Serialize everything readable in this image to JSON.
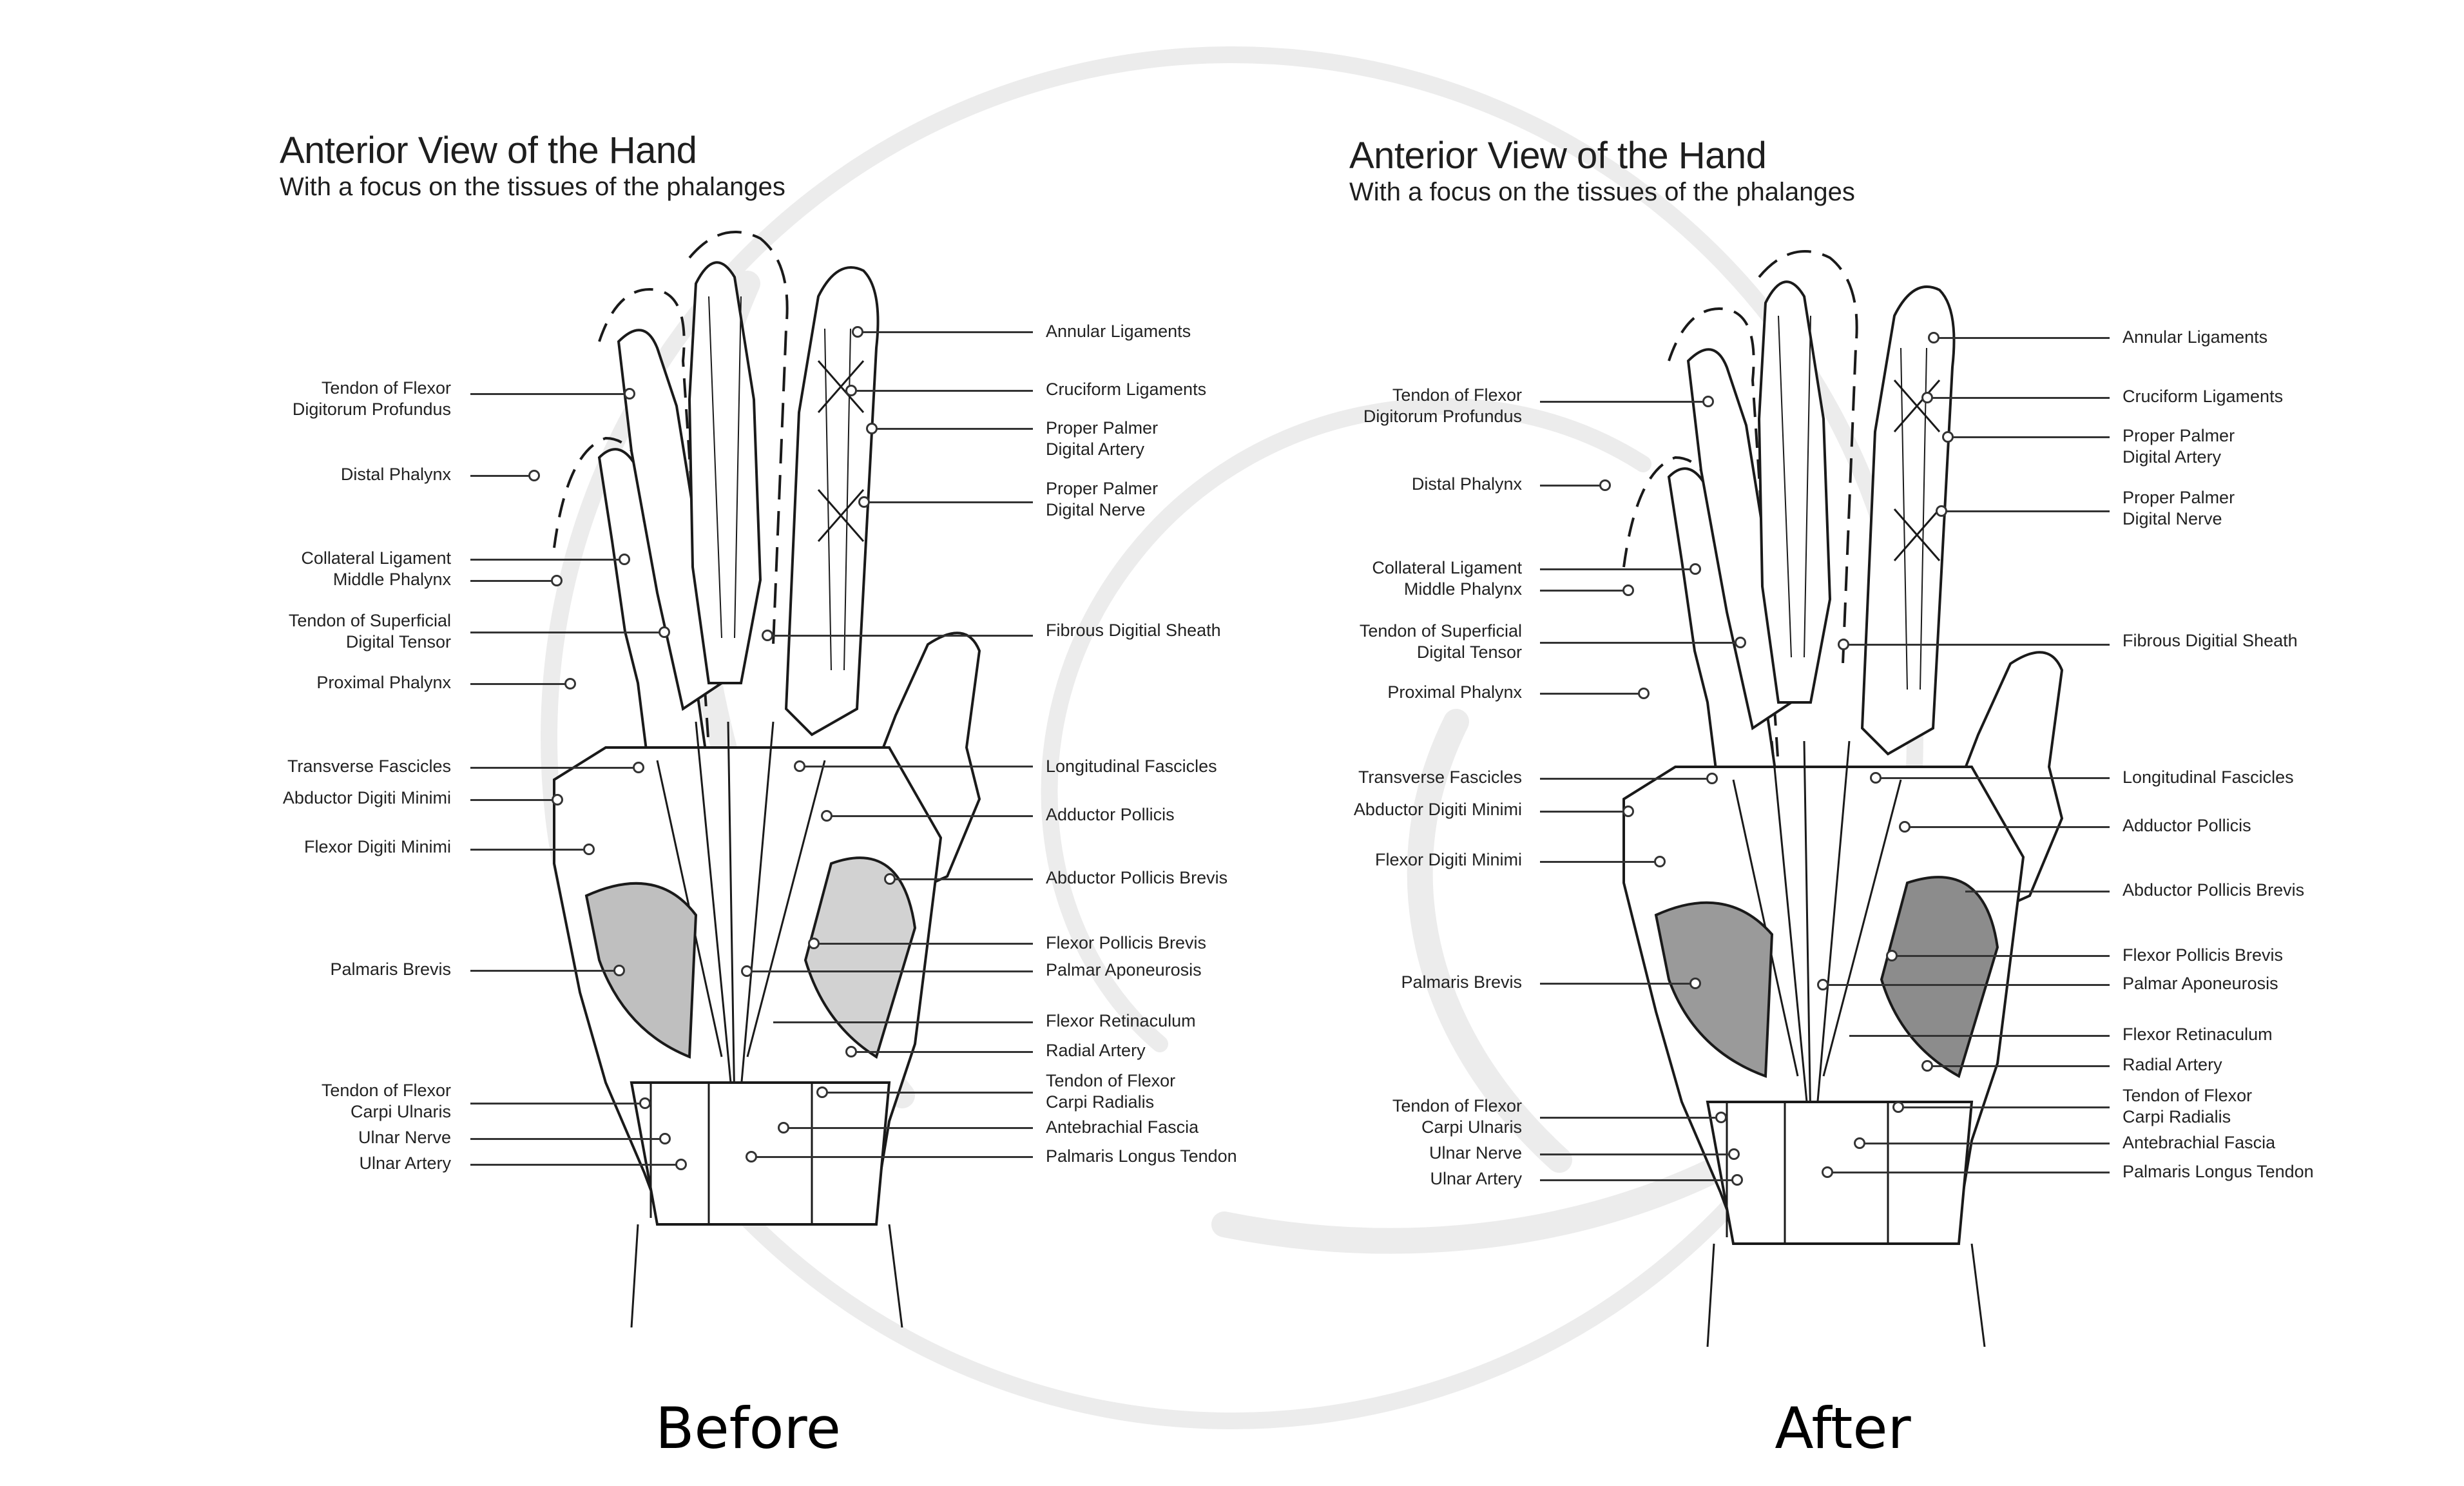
{
  "watermark": {
    "color": "#ececec",
    "shape": "circle-logo"
  },
  "panels": [
    {
      "id": "before",
      "title": "Anterior View of the Hand",
      "subtitle": "With a focus on the tissues of the phalanges",
      "caption": "Before",
      "left_labels": [
        "Tendon of Flexor\nDigitorum Profundus",
        "Distal Phalynx",
        "Collateral Ligament",
        "Middle Phalynx",
        "Tendon of Superficial\nDigital Tensor",
        "Proximal Phalynx",
        "Transverse Fascicles",
        "Abductor Digiti Minimi",
        "Flexor Digiti Minimi",
        "Palmaris Brevis",
        "Tendon of Flexor\nCarpi Ulnaris",
        "Ulnar Nerve",
        "Ulnar Artery"
      ],
      "right_labels": [
        "Annular Ligaments",
        "Cruciform Ligaments",
        "Proper Palmer\nDigital Artery",
        "Proper Palmer\nDigital Nerve",
        "Fibrous Digitial Sheath",
        "Longitudinal Fascicles",
        "Adductor Pollicis",
        "Abductor Pollicis Brevis",
        "Flexor Pollicis Brevis",
        "Palmar Aponeurosis",
        "Flexor Retinaculum",
        "Radial Artery",
        "Tendon of Flexor\nCarpi Radialis",
        "Antebrachial Fascia",
        "Palmaris Longus Tendon"
      ]
    },
    {
      "id": "after",
      "title": "Anterior View of the Hand",
      "subtitle": "With a focus on the tissues of the phalanges",
      "caption": "After",
      "left_labels": [
        "Tendon of Flexor\nDigitorum Profundus",
        "Distal Phalynx",
        "Collateral Ligament",
        "Middle Phalynx",
        "Tendon of Superficial\nDigital Tensor",
        "Proximal Phalynx",
        "Transverse Fascicles",
        "Abductor Digiti Minimi",
        "Flexor Digiti Minimi",
        "Palmaris Brevis",
        "Tendon of Flexor\nCarpi Ulnaris",
        "Ulnar Nerve",
        "Ulnar Artery"
      ],
      "right_labels": [
        "Annular Ligaments",
        "Cruciform Ligaments",
        "Proper Palmer\nDigital Artery",
        "Proper Palmer\nDigital Nerve",
        "Fibrous Digitial Sheath",
        "Longitudinal Fascicles",
        "Adductor Pollicis",
        "Abductor Pollicis Brevis",
        "Flexor Pollicis Brevis",
        "Palmar Aponeurosis",
        "Flexor Retinaculum",
        "Radial Artery",
        "Tendon of Flexor\nCarpi Radialis",
        "Antebrachial Fascia",
        "Palmaris Longus Tendon"
      ]
    }
  ]
}
